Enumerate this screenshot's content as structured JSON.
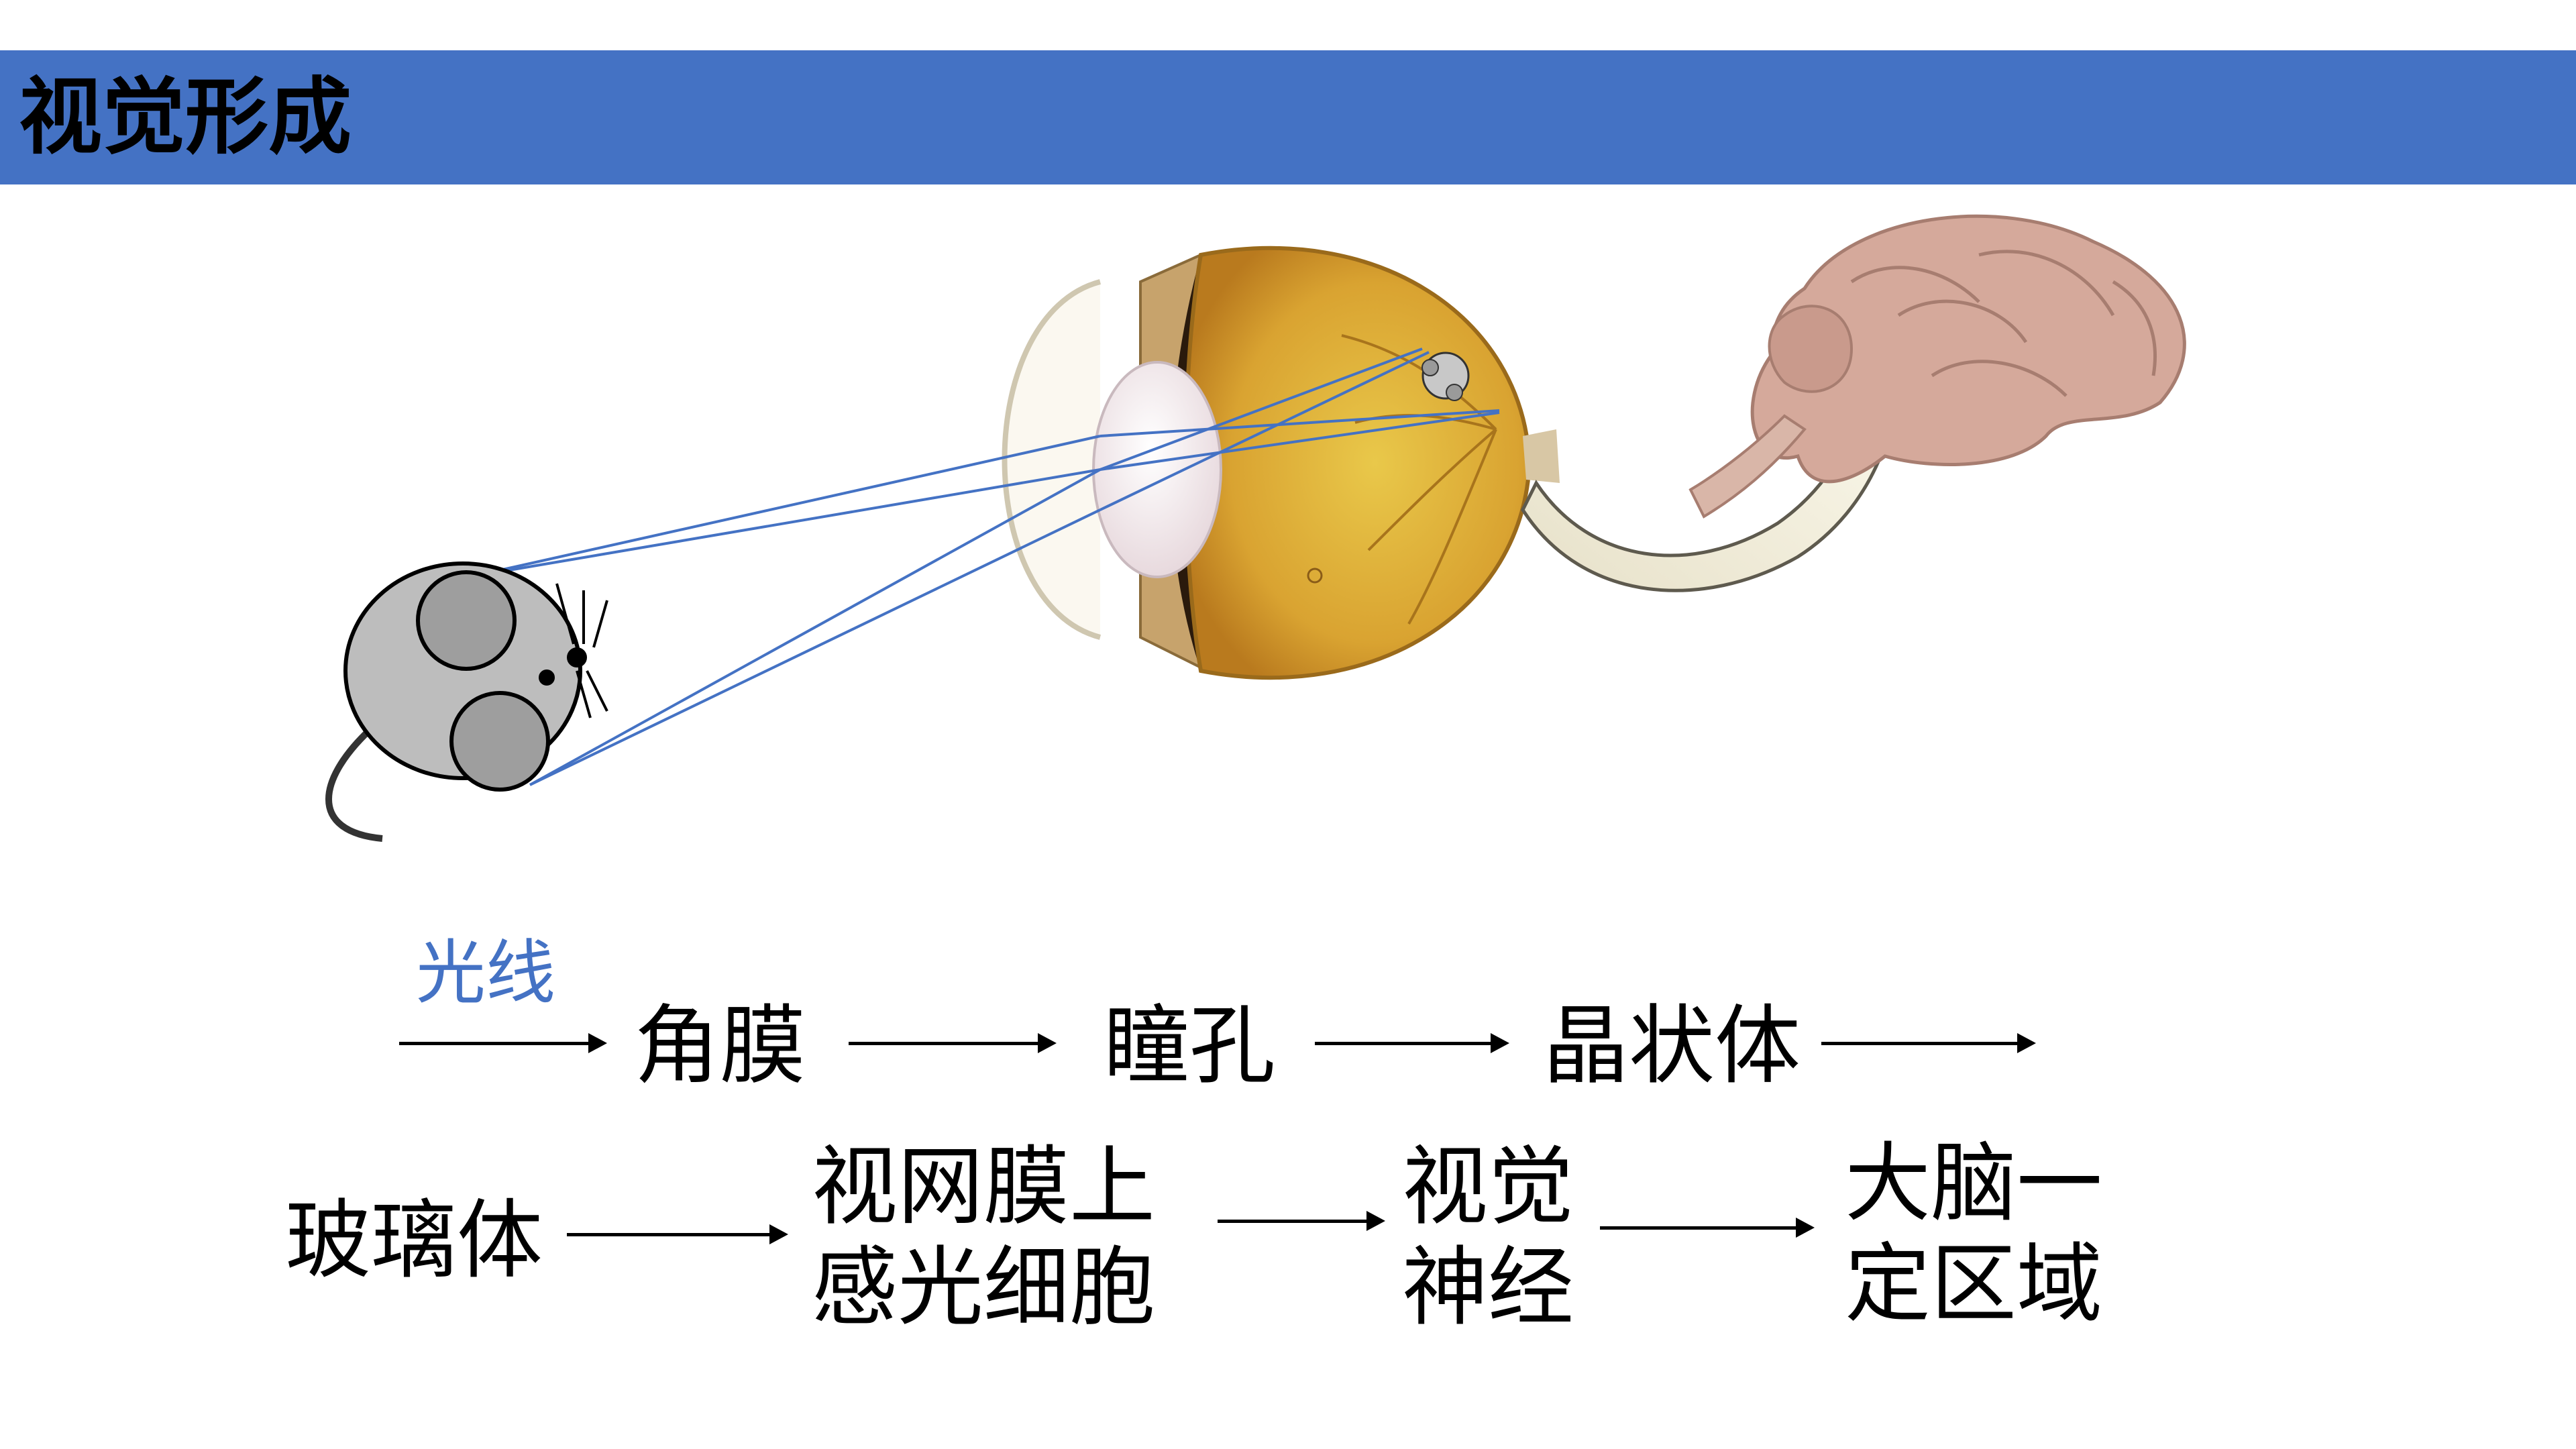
{
  "header": {
    "title": "视觉形成",
    "bar_color": "#4472C4"
  },
  "flow": {
    "light_label": "光线",
    "row1": [
      "角膜",
      "瞳孔",
      "晶状体"
    ],
    "vitreous": "玻璃体",
    "retina": [
      "视网膜上",
      "感光细胞"
    ],
    "optic_nerve": [
      "视觉",
      "神经"
    ],
    "brain_region": [
      "大脑一",
      "定区域"
    ]
  },
  "colors": {
    "light_ray": "#4472C4",
    "label_accent": "#4472C4"
  },
  "icons": [
    "mouse-illustration",
    "eyeball-cross-section-illustration",
    "brain-illustration",
    "curved-arrow-icon",
    "arrow-right-icon"
  ]
}
